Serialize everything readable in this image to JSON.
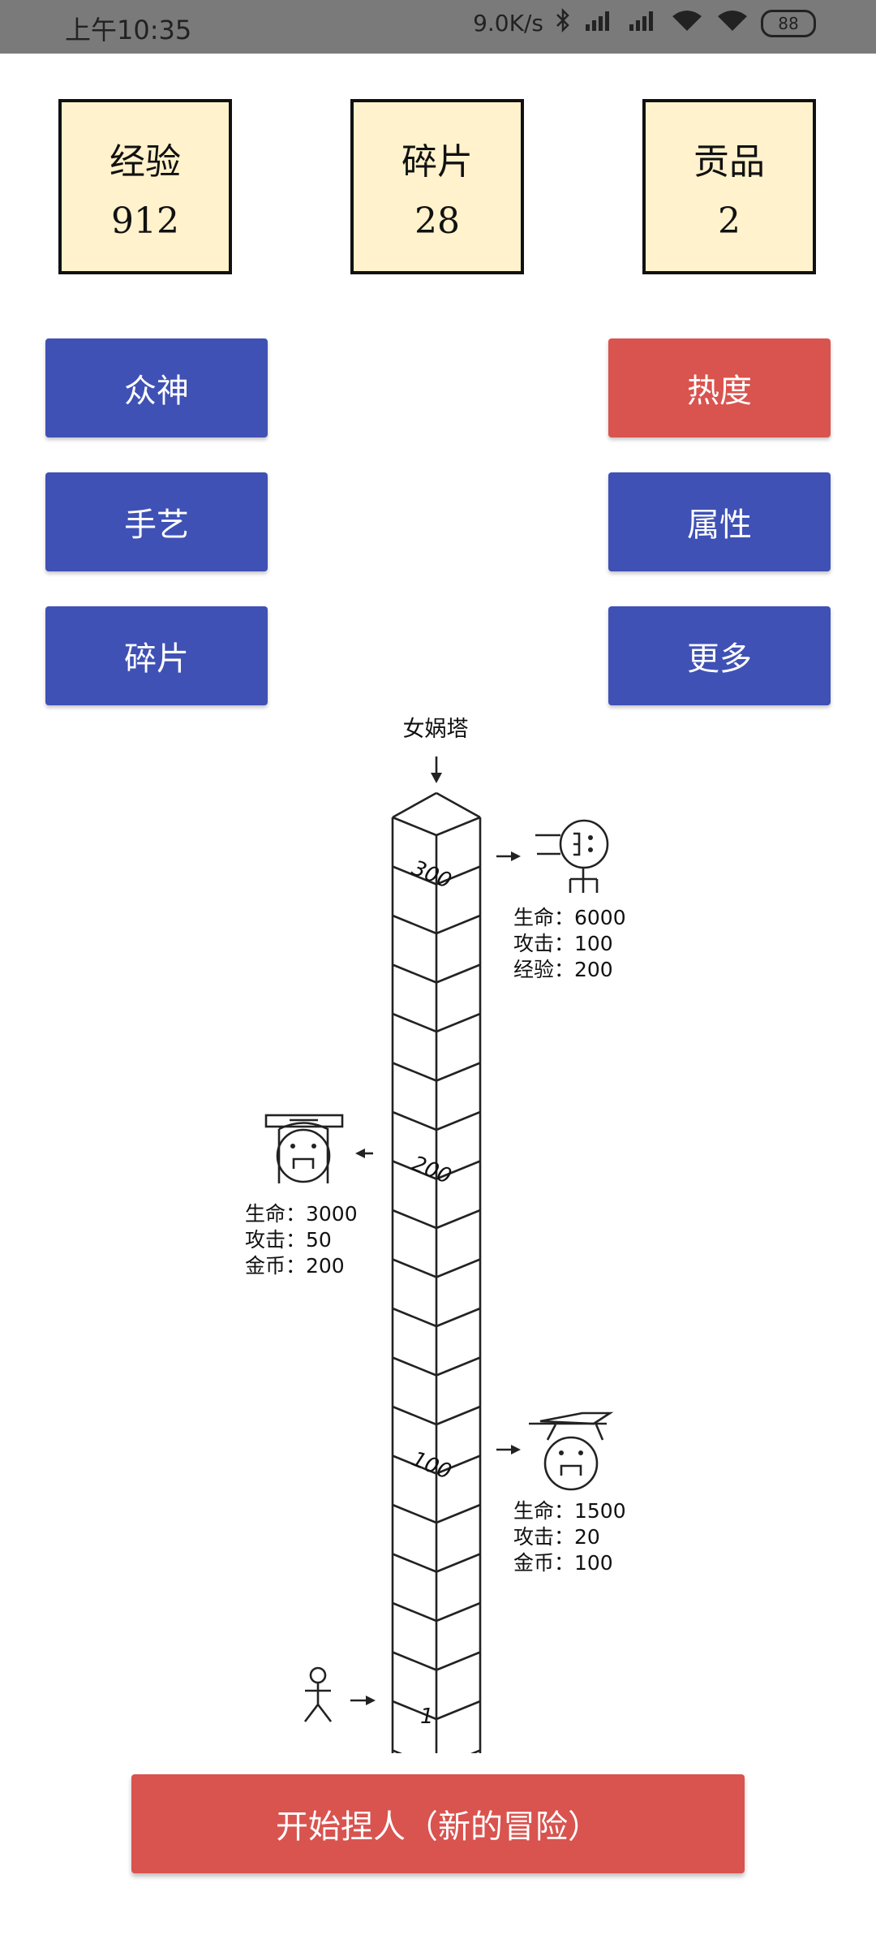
{
  "status_bar": {
    "time": "上午10:35",
    "net_speed": "9.0K/s",
    "battery": "88"
  },
  "stats": [
    {
      "label": "经验",
      "value": "912"
    },
    {
      "label": "碎片",
      "value": "28"
    },
    {
      "label": "贡品",
      "value": "2"
    }
  ],
  "buttons": {
    "gods": "众神",
    "heat": "热度",
    "craft": "手艺",
    "attributes": "属性",
    "fragments": "碎片",
    "more": "更多"
  },
  "tower": {
    "name": "女娲塔",
    "floor_300": "300",
    "floor_200": "200",
    "floor_100": "100",
    "floor_1": "1",
    "boss_300": {
      "life": "生命：6000",
      "attack": "攻击：100",
      "reward": "经验：200"
    },
    "boss_200": {
      "life": "生命：3000",
      "attack": "攻击：50",
      "reward": "金币：200"
    },
    "boss_100": {
      "life": "生命：1500",
      "attack": "攻击：20",
      "reward": "金币：100"
    }
  },
  "start_button": "开始捏人（新的冒险）",
  "colors": {
    "button_blue": "#3f51b5",
    "button_red": "#d9534f",
    "stat_bg": "#fff2cc"
  }
}
